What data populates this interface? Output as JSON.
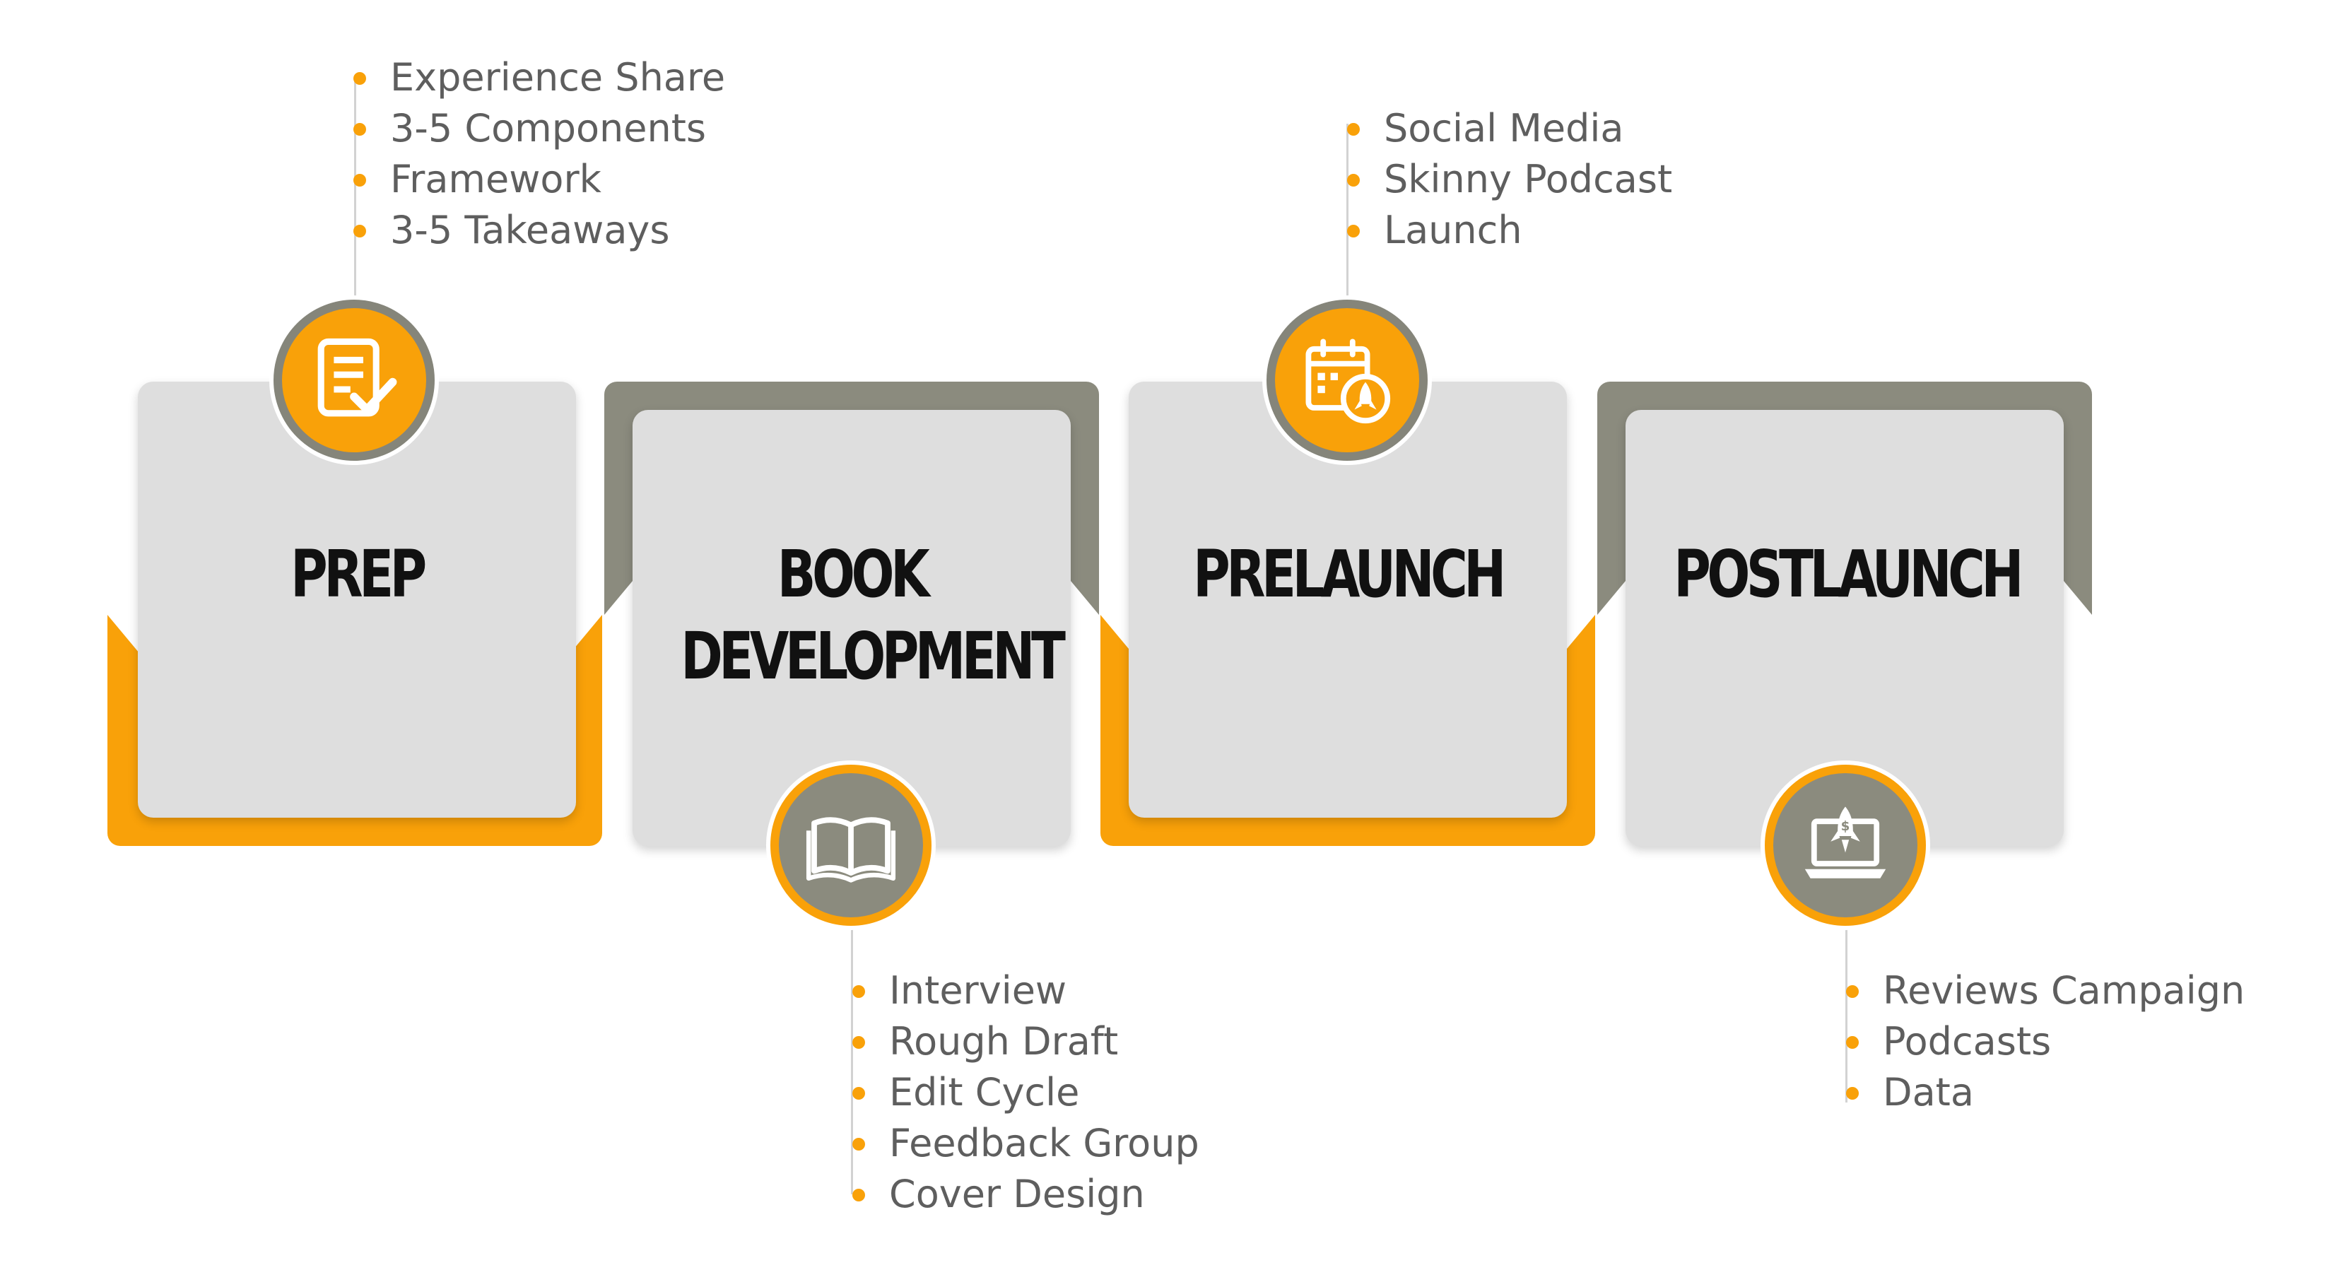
{
  "colors": {
    "accent_orange": "#f9a109",
    "accent_gray": "#8b8b7e",
    "card_bg": "#dedede",
    "title_text": "#111111",
    "bullet_text": "#5e5e5e"
  },
  "stages": [
    {
      "title": "PREP",
      "icon": "checklist-icon",
      "bullets": [
        "Experience Share",
        "3-5 Components",
        "Framework",
        "3-5 Takeaways"
      ]
    },
    {
      "title": "BOOK\nDEVELOPMENT",
      "icon": "open-book-icon",
      "bullets": [
        "Interview",
        "Rough Draft",
        "Edit Cycle",
        "Feedback Group",
        "Cover Design"
      ]
    },
    {
      "title": "PRELAUNCH",
      "icon": "calendar-rocket-icon",
      "bullets": [
        "Social Media",
        "Skinny Podcast",
        "Launch"
      ]
    },
    {
      "title": "POSTLAUNCH",
      "icon": "laptop-rocket-icon",
      "bullets": [
        "Reviews Campaign",
        "Podcasts",
        "Data"
      ]
    }
  ]
}
